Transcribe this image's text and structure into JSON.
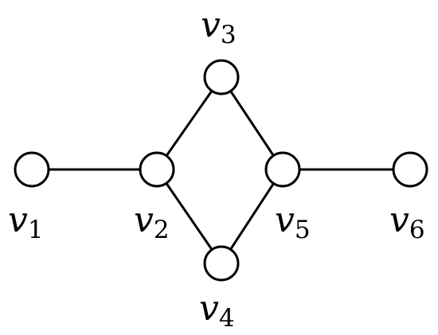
{
  "graph": {
    "nodes": [
      {
        "id": "v1",
        "letter": "v",
        "index": "1"
      },
      {
        "id": "v2",
        "letter": "v",
        "index": "2"
      },
      {
        "id": "v3",
        "letter": "v",
        "index": "3"
      },
      {
        "id": "v4",
        "letter": "v",
        "index": "4"
      },
      {
        "id": "v5",
        "letter": "v",
        "index": "5"
      },
      {
        "id": "v6",
        "letter": "v",
        "index": "6"
      }
    ],
    "edges": [
      {
        "from": "v1",
        "to": "v2"
      },
      {
        "from": "v2",
        "to": "v3"
      },
      {
        "from": "v2",
        "to": "v4"
      },
      {
        "from": "v3",
        "to": "v5"
      },
      {
        "from": "v4",
        "to": "v5"
      },
      {
        "from": "v5",
        "to": "v6"
      }
    ],
    "colors": {
      "stroke": "#000000",
      "node_fill": "#ffffff",
      "background": "#ffffff"
    }
  }
}
